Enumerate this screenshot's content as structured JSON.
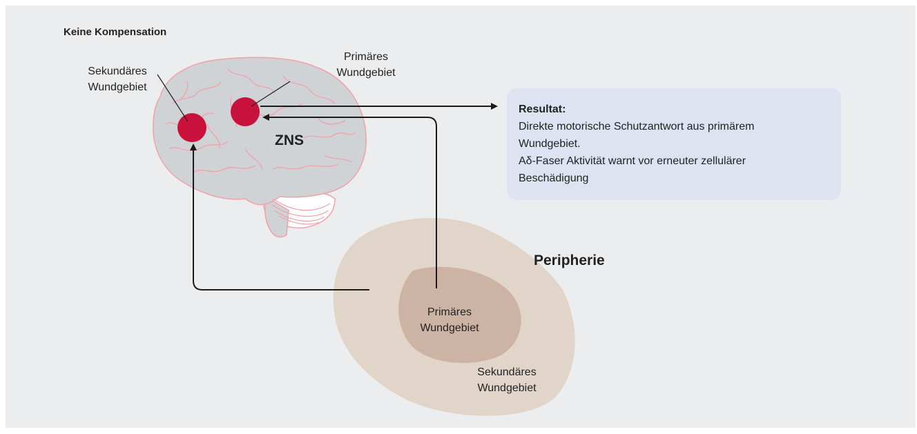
{
  "title": "Keine Kompensation",
  "brain": {
    "label": "ZNS",
    "primary_area": [
      "Primäres",
      "Wundgebiet"
    ],
    "secondary_area": [
      "Sekundäres",
      "Wundgebiet"
    ]
  },
  "periphery": {
    "label": "Peripherie",
    "primary_area": [
      "Primäres",
      "Wundgebiet"
    ],
    "secondary_area": [
      "Sekundäres",
      "Wundgebiet"
    ]
  },
  "result": {
    "title": "Resultat:",
    "lines": [
      "Direkte motorische Schutzantwort aus primärem",
      "Wundgebiet.",
      "Aδ-Faser Aktivität warnt vor erneuter zellulärer",
      "Beschädigung"
    ]
  },
  "colors": {
    "background": "#ecedef",
    "brain": "#d0d3d6",
    "brain_lines": "#f2a0a8",
    "lesion": "#c8123c",
    "periphery_outer": "#e1d5c9",
    "periphery_inner": "#cdb3a3",
    "result_box": "#dde3f1"
  }
}
